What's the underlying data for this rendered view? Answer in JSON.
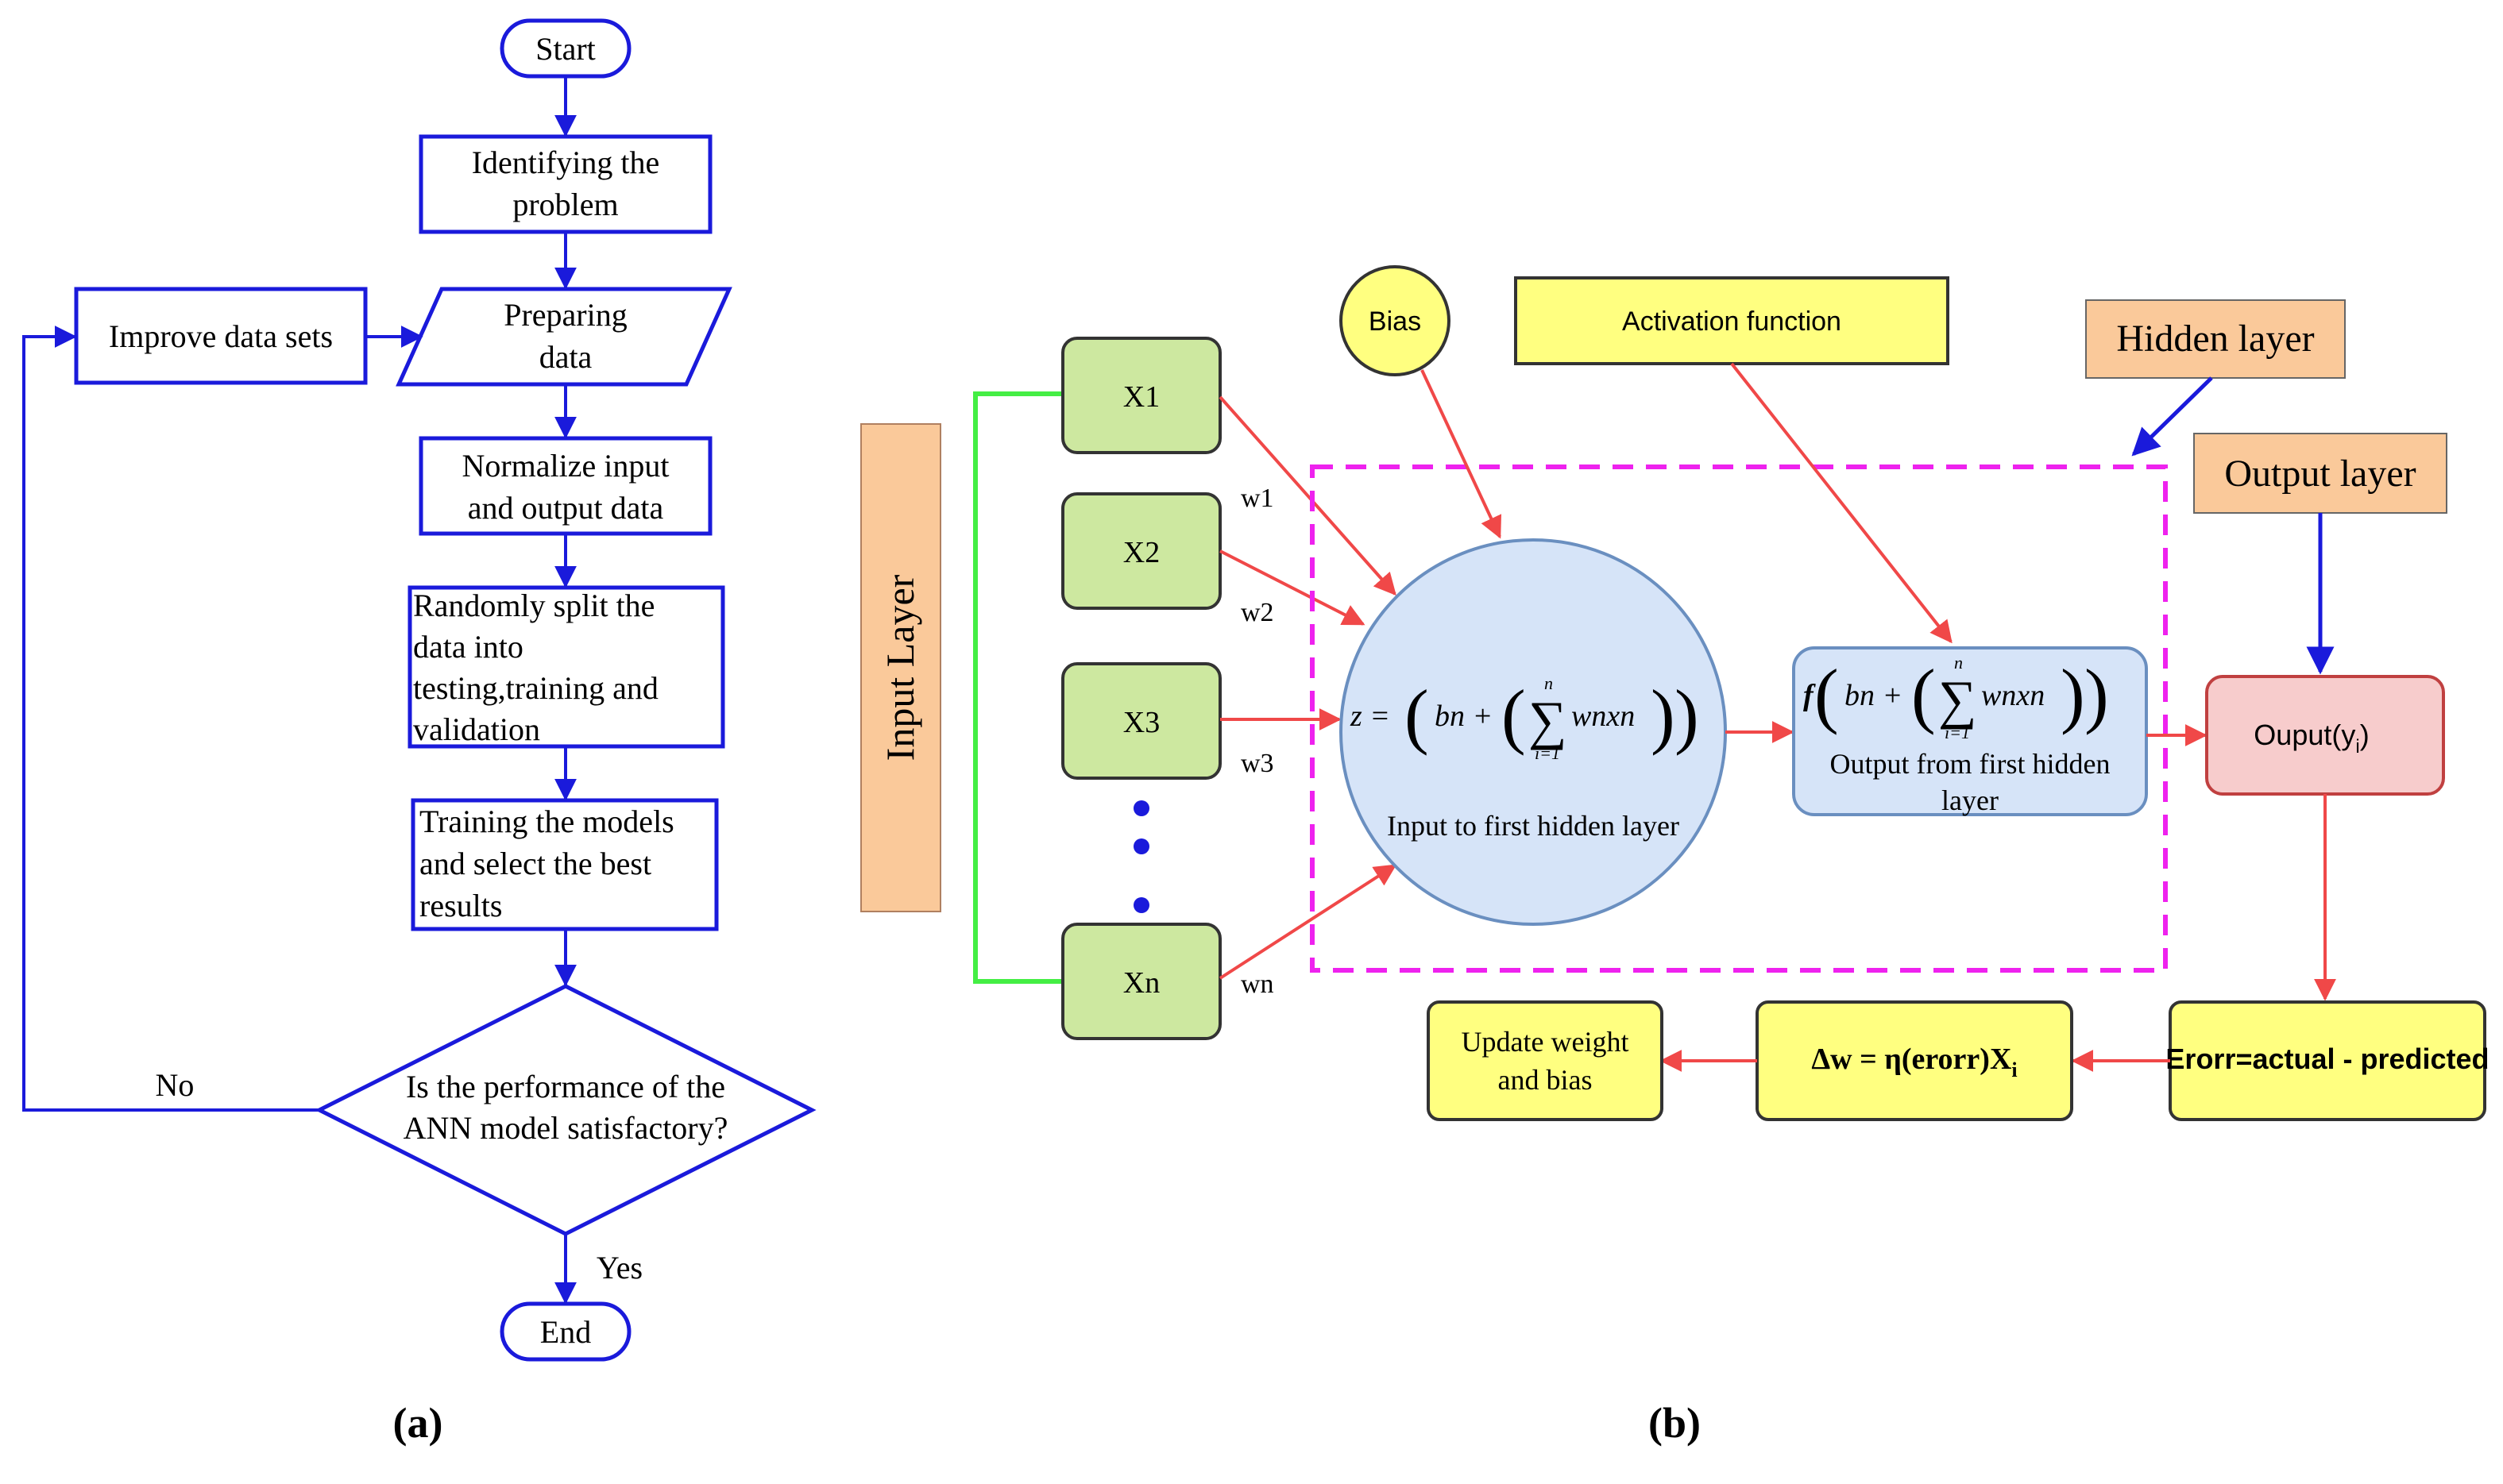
{
  "panel_a": {
    "caption": "(a)",
    "start": "Start",
    "identify": [
      "Identifying the",
      "problem"
    ],
    "prepare": [
      "Preparing",
      "data"
    ],
    "improve": "Improve data sets",
    "normalize": [
      "Normalize input",
      "and output data"
    ],
    "split": [
      "Randomly split the",
      "data into",
      "testing,training and",
      "validation"
    ],
    "training": [
      "Training the models",
      "and select the best",
      "results"
    ],
    "decision": [
      "Is the performance of the",
      "ANN model satisfactory?"
    ],
    "no_label": "No",
    "yes_label": "Yes",
    "end": "End"
  },
  "panel_b": {
    "caption": "(b)",
    "input_layer": "Input Layer",
    "inputs": [
      "X1",
      "X2",
      "X3",
      "Xn"
    ],
    "weights": [
      "w1",
      "w2",
      "w3",
      "wn"
    ],
    "bias": "Bias",
    "activation": "Activation function",
    "hidden_layer": "Hidden layer",
    "output_layer": "Output layer",
    "neuron_formula": "z = (bn + (Σ wnxn))",
    "neuron_label": "Input to first hidden layer",
    "activation_formula": "f(bn + (Σ wnxn))",
    "activation_label": [
      "Output from first hidden",
      "layer"
    ],
    "output_node": "Ouput(y",
    "output_sub": "i",
    "error": "Erorr=actual - predicted",
    "delta_rule": "Δw = η(erorr)X",
    "delta_sub": "i",
    "update": [
      "Update weight",
      "and bias"
    ],
    "sum_upper": "n",
    "sum_lower": "i=1",
    "colors": {
      "flow_blue": "#1a1adb",
      "arrow_red": "#f04848",
      "magenta": "#ee22ee",
      "green_box": "#cde8a0",
      "orange_box": "#fac99a",
      "yellow_box": "#ffff80",
      "light_blue": "#d6e4f8",
      "pink_box": "#f7cccc"
    }
  }
}
